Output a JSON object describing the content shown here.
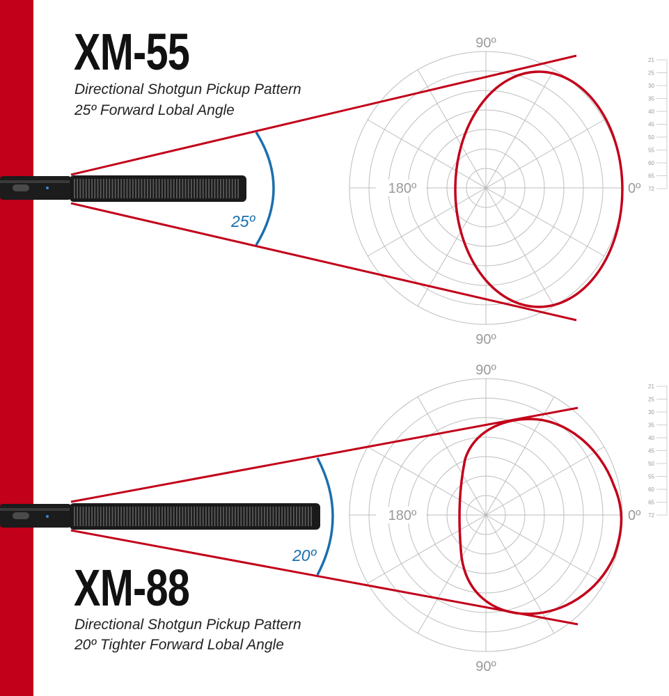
{
  "colors": {
    "red": "#c2001a",
    "blue": "#1a6fae",
    "grid": "#bdbdbd",
    "text": "#111111"
  },
  "sections": [
    {
      "model": "XM-55",
      "line1": "Directional Shotgun Pickup Pattern",
      "line2": "25º Forward Lobal Angle",
      "angle_label": "25º",
      "angle_deg": 25
    },
    {
      "model": "XM-88",
      "line1": "Directional Shotgun Pickup Pattern",
      "line2": "20º Tighter Forward Lobal Angle",
      "angle_label": "20º",
      "angle_deg": 20
    }
  ],
  "polar": {
    "label_top": "90º",
    "label_bottom": "90º",
    "label_left": "180º",
    "label_right": "0º",
    "scale_ticks": [
      "21",
      "25",
      "30",
      "35",
      "40",
      "45",
      "50",
      "55",
      "60",
      "65",
      "72"
    ]
  }
}
